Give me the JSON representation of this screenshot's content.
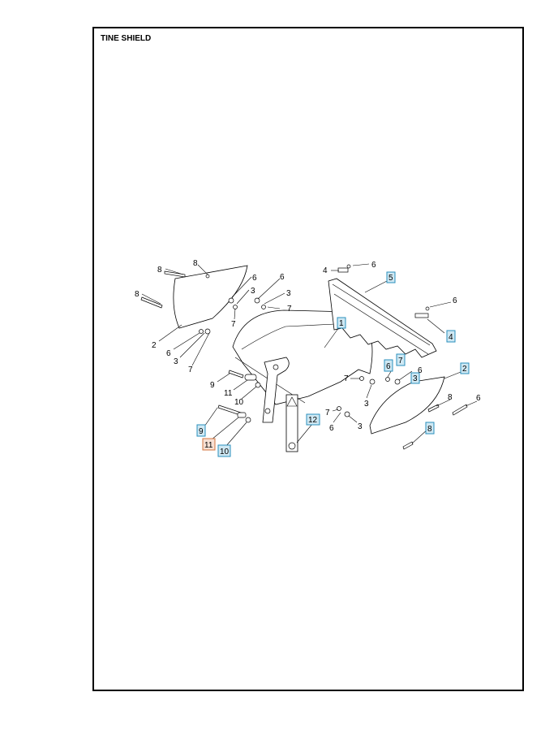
{
  "title": "TINE SHIELD",
  "colors": {
    "callout_fill": "#cfe8f3",
    "callout_stroke": "#2a8fbd",
    "highlight_fill": "#f7e0d4",
    "highlight_stroke": "#d3753f"
  },
  "callouts": {
    "c1": "1",
    "c2": "2",
    "c4": "4",
    "c5": "5",
    "c6": "6",
    "c7": "7",
    "c3": "3",
    "c12": "12",
    "c8": "8",
    "c9": "9",
    "c11": "11",
    "c10": "10"
  },
  "labels": {
    "l8a": "8",
    "l8b": "8",
    "l6a": "6",
    "l3a": "3",
    "l7a": "7",
    "l6b": "6",
    "l3b": "3",
    "l7b": "7",
    "l2a": "2",
    "l6c": "6",
    "l3c": "3",
    "l7c": "7",
    "l4": "4",
    "l6d": "6",
    "l6e": "6",
    "l9": "9",
    "l11": "11",
    "l10": "10",
    "l7d": "7",
    "l6f": "6",
    "l3d": "3",
    "l7e": "7",
    "l6g": "6",
    "l3e": "3",
    "l8c": "8",
    "l8d": "8",
    "l6h": "6"
  }
}
